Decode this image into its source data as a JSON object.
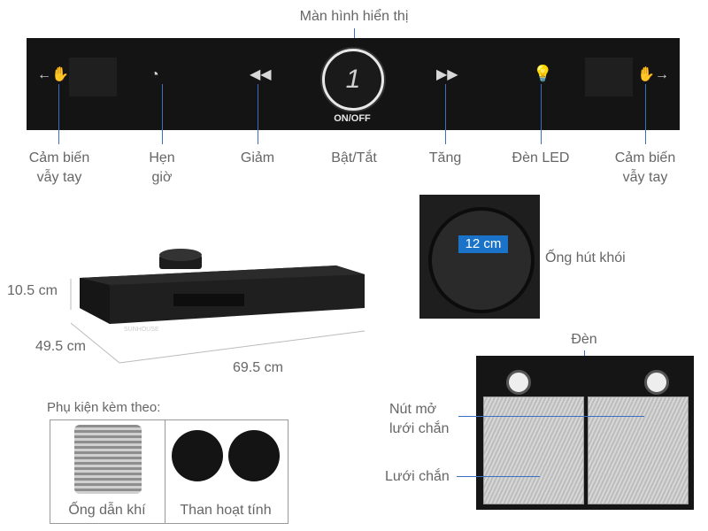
{
  "panel_labels": {
    "display": "Màn hình hiển thị",
    "on_off": "ON/OFF",
    "gesture_left": "Cảm biến vẫy tay",
    "timer": "Hẹn giờ",
    "decrease": "Giảm",
    "power": "Bật/Tắt",
    "increase": "Tăng",
    "led": "Đèn LED",
    "gesture_right": "Cảm biến vẫy tay"
  },
  "panel_display_value": "1",
  "dimensions": {
    "height": "10.5 cm",
    "depth": "49.5 cm",
    "width": "69.5 cm",
    "pipe_diameter": "12 cm"
  },
  "part_labels": {
    "exhaust_pipe": "Ống hút khói",
    "lamp": "Đèn",
    "filter_button": "Nút mở lưới chắn",
    "filter": "Lưới chắn"
  },
  "accessories": {
    "heading": "Phụ kiện kèm theo:",
    "duct": "Ống dẫn khí",
    "carbon": "Than hoạt tính"
  },
  "product_brand": "SUNHOUSE",
  "colors": {
    "accent": "#3a6fc4",
    "dimension_badge": "#1a73c8",
    "panel": "#141414"
  },
  "icons": [
    "hand-wave-left-icon",
    "timer-icon",
    "rewind-icon",
    "power-knob-icon",
    "fast-forward-icon",
    "bulb-icon",
    "hand-wave-right-icon"
  ]
}
